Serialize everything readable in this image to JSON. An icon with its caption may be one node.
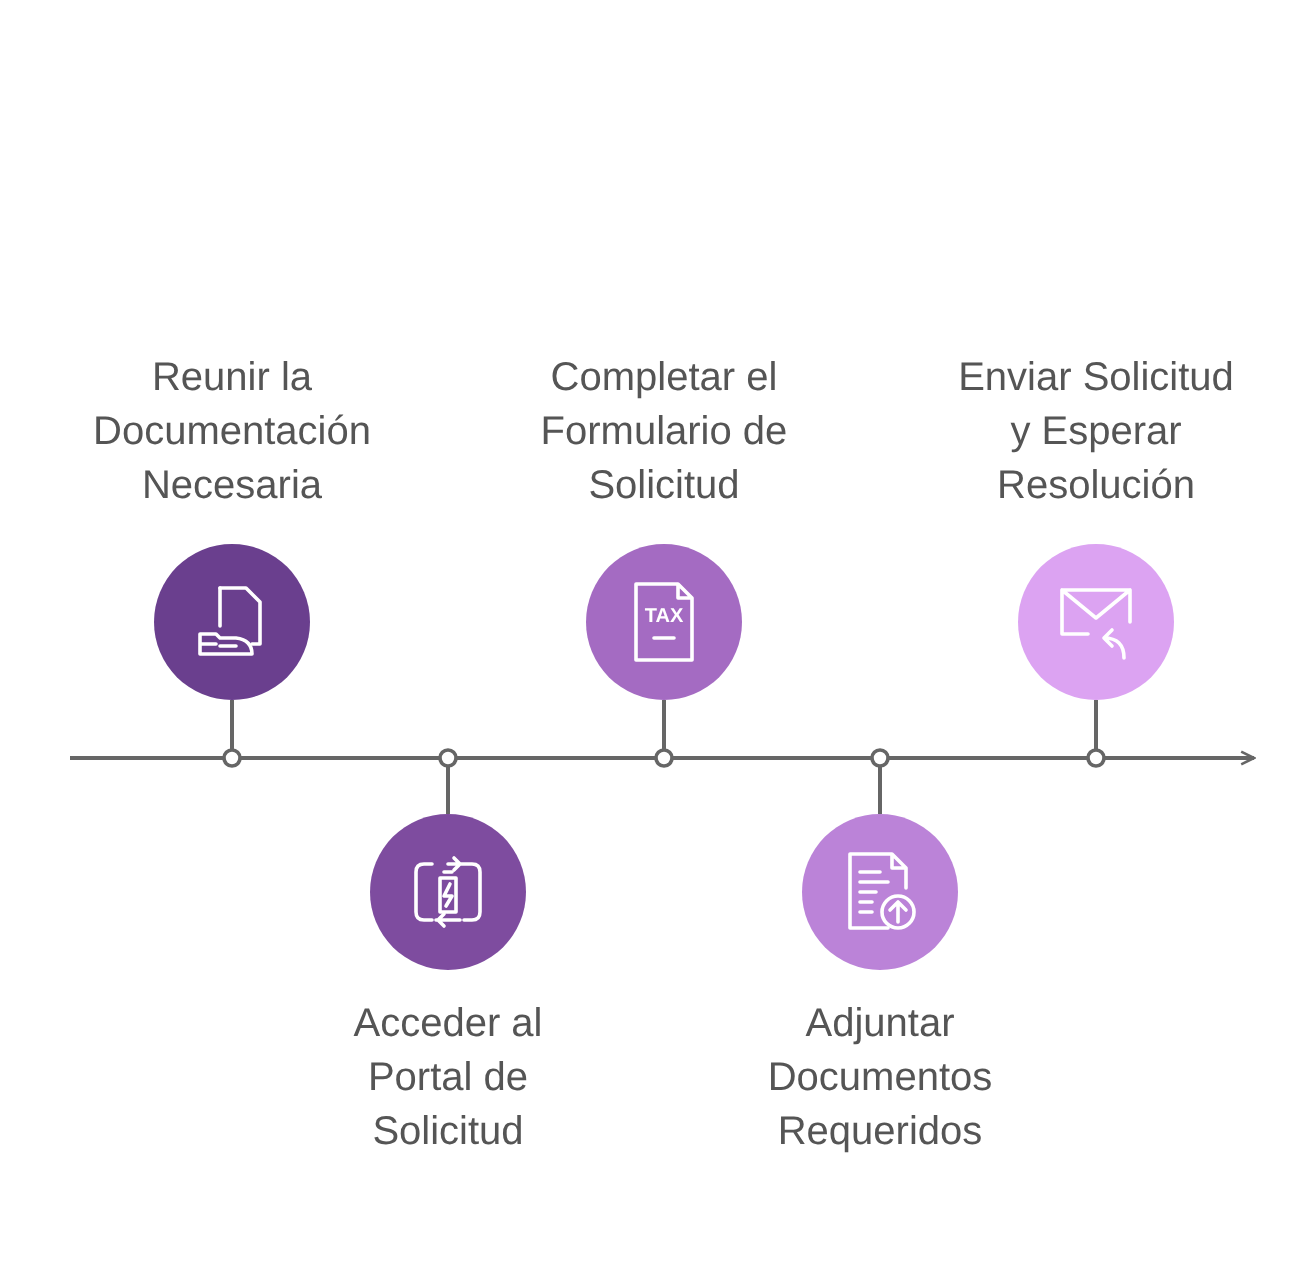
{
  "diagram": {
    "nodes": [
      {
        "text": [
          "Reunir la Documentación Necesaria"
        ]
      },
      {
        "text": [
          "Acceder al Portal de Solicitud"
        ]
      },
      {
        "text": [
          "Completar el Formulario de Solicitud"
        ]
      },
      {
        "text": [
          "Adjuntar Documentos Requeridos"
        ]
      },
      {
        "text": [
          "Enviar Solicitud y Esperar Resolución"
        ]
      },
      {
        "text": [],
        "shape": "bar"
      }
    ],
    "edges": [
      {
        "from": 0,
        "to": 5,
        "arrow": "none"
      },
      {
        "from": 1,
        "to": 5,
        "arrow": "none"
      },
      {
        "from": 2,
        "to": 5,
        "arrow": "none"
      },
      {
        "from": 3,
        "to": 5,
        "arrow": "none"
      },
      {
        "from": 4,
        "to": 5,
        "arrow": "none"
      }
    ],
    "labels": [
      "TAX"
    ]
  }
}
